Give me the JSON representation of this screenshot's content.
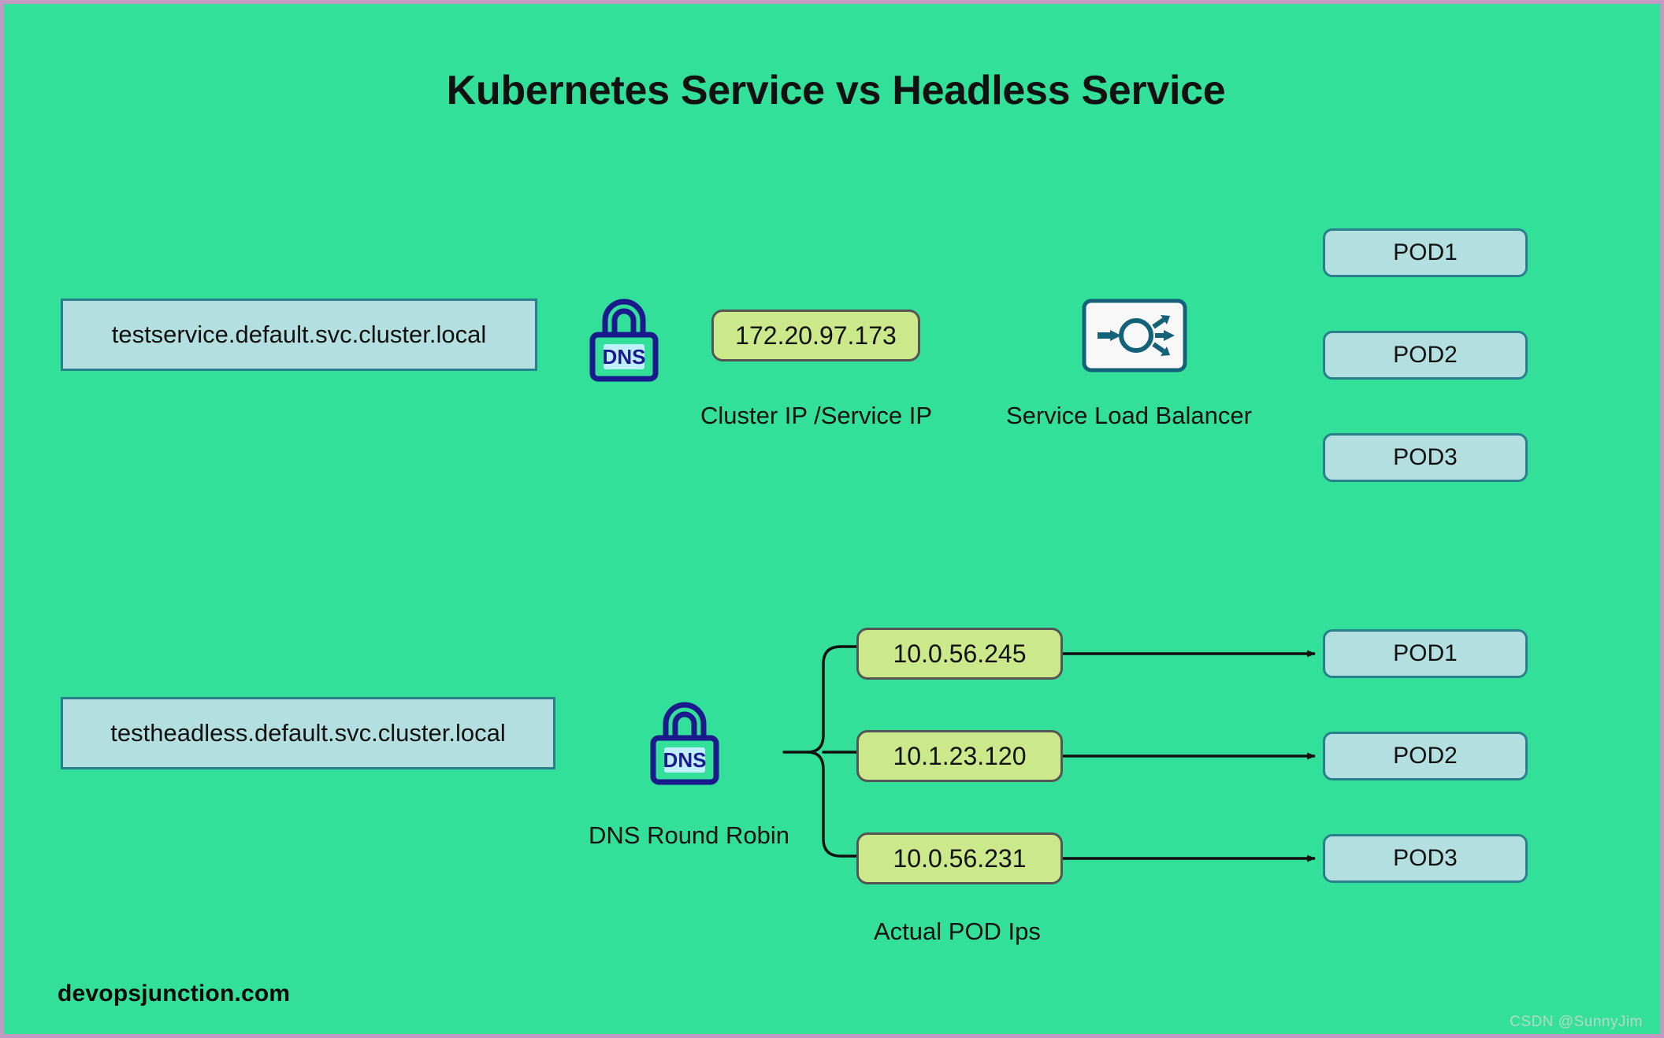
{
  "page": {
    "title": "Kubernetes Service vs Headless Service",
    "background_color": "#33e09a",
    "frame_color": "#c49ac4",
    "footer_brand": "devopsjunction.com",
    "watermark": "CSDN @SunnyJim"
  },
  "colors": {
    "service_box_fill": "#b3dfe0",
    "service_box_border": "#2a7f8c",
    "ip_box_fill": "#cbe88a",
    "ip_box_border": "#555555",
    "dns_icon_color": "#1a1a8c",
    "dns_icon_label_fill": "#bfefff",
    "lb_icon_color": "#14627a",
    "lb_icon_fill": "#f8f8f8",
    "wire_color": "#111111",
    "text_color": "#111111"
  },
  "icons": {
    "dns_label": "DNS"
  },
  "top_section": {
    "service_name": "testservice.default.svc.cluster.local",
    "dns_icon_name": "dns-padlock-icon",
    "cluster_ip": "172.20.97.173",
    "cluster_ip_caption": "Cluster IP /Service IP",
    "load_balancer_caption": "Service Load Balancer",
    "load_balancer_icon_name": "service-load-balancer-icon",
    "pods": [
      "POD1",
      "POD2",
      "POD3"
    ]
  },
  "bottom_section": {
    "service_name": "testheadless.default.svc.cluster.local",
    "dns_icon_name": "dns-padlock-icon",
    "dns_caption": "DNS Round Robin",
    "pod_ips_caption": "Actual POD Ips",
    "pod_ips": [
      "10.0.56.245",
      "10.1.23.120",
      "10.0.56.231"
    ],
    "pods": [
      "POD1",
      "POD2",
      "POD3"
    ]
  }
}
